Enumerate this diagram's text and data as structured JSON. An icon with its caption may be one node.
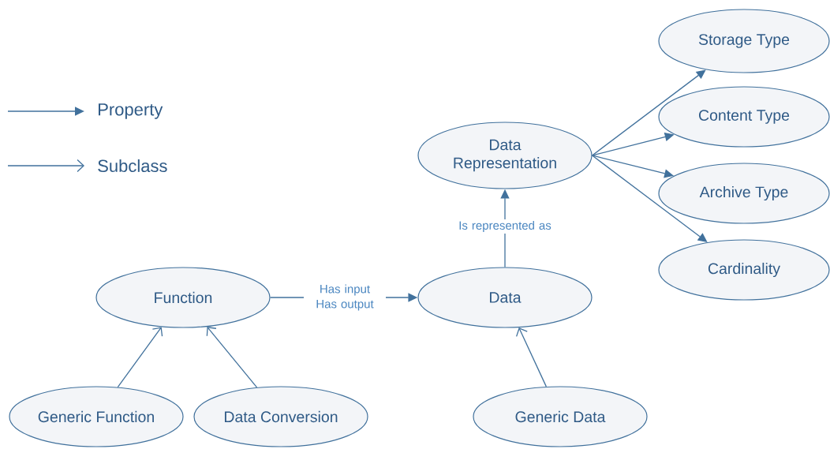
{
  "diagram": {
    "nodes": [
      {
        "text": [
          "Storage Type"
        ]
      },
      {
        "text": [
          "Content Type"
        ]
      },
      {
        "text": [
          "Data Representation"
        ]
      },
      {
        "text": [
          "Archive Type"
        ]
      },
      {
        "text": [
          "Cardinality"
        ]
      },
      {
        "text": [
          "Function"
        ]
      },
      {
        "text": [
          "Data"
        ]
      },
      {
        "text": [
          "Generic Function"
        ]
      },
      {
        "text": [
          "Data Conversion"
        ]
      },
      {
        "text": [
          "Generic Data"
        ]
      }
    ],
    "edges": [
      {
        "from": 2,
        "to": 0,
        "arrow": "to"
      },
      {
        "from": 2,
        "to": 1,
        "arrow": "to"
      },
      {
        "from": 2,
        "to": 3,
        "arrow": "to"
      },
      {
        "from": 2,
        "to": 4,
        "arrow": "to"
      },
      {
        "from": 6,
        "to": 2,
        "arrow": "to",
        "label": "Is represented as"
      },
      {
        "from": 5,
        "to": 6,
        "arrow": "to",
        "label": "Has input Has output"
      },
      {
        "from": 7,
        "to": 5,
        "arrow": "to"
      },
      {
        "from": 8,
        "to": 5,
        "arrow": "to"
      },
      {
        "from": 9,
        "to": 6,
        "arrow": "to"
      }
    ],
    "legend": [
      {
        "text": "Property"
      },
      {
        "text": "Subclass"
      }
    ]
  }
}
